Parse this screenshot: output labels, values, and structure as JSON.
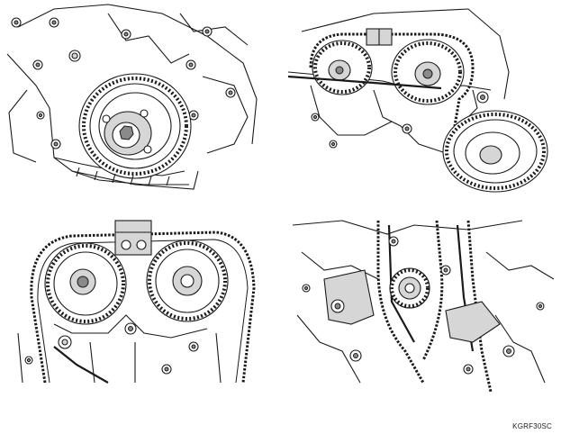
{
  "figure": {
    "code": "KGRF30SC",
    "panels": [
      {
        "id": "p1",
        "name": "crankshaft-pulley-on-front-cover"
      },
      {
        "id": "p2",
        "name": "timing-chain-and-camshaft-sprockets-with-pulley"
      },
      {
        "id": "p3",
        "name": "camshaft-sprockets-and-timing-chain"
      },
      {
        "id": "p4",
        "name": "crankshaft-sprocket-and-chain-guides"
      }
    ]
  }
}
